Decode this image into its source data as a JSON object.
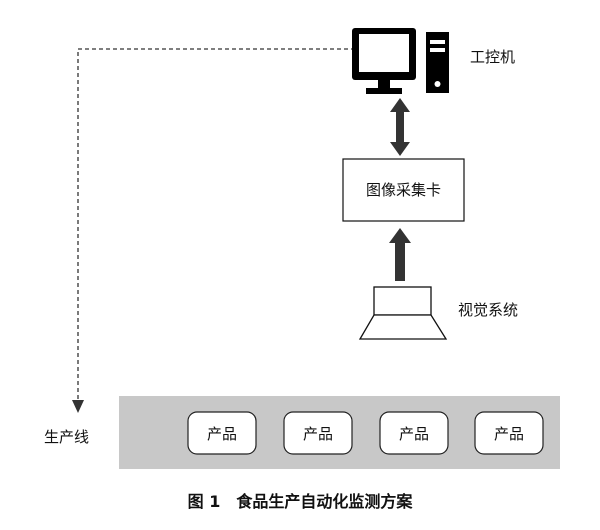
{
  "nodes": {
    "computer": "工控机",
    "capture_card": "图像采集卡",
    "vision_system": "视觉系统",
    "production_line": "生产线",
    "products": [
      "产品",
      "产品",
      "产品",
      "产品"
    ]
  },
  "caption": "图 1　食品生产自动化监测方案"
}
